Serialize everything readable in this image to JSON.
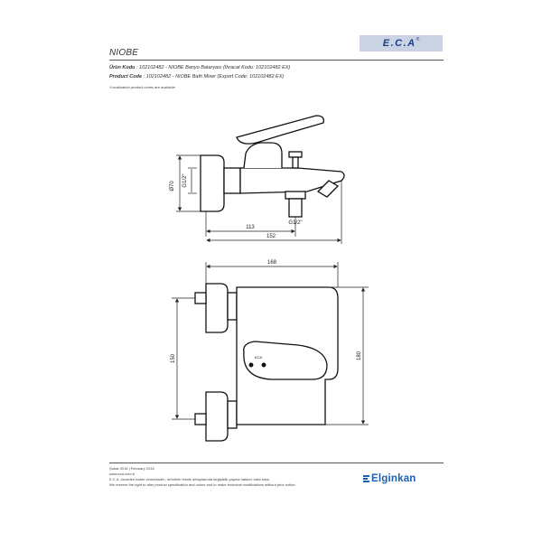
{
  "header": {
    "title": "NIOBE",
    "logo_text": "E.C.A",
    "logo_reg": "®"
  },
  "product": {
    "line1_label": "Ürün Kodu",
    "line1_value": ": 102102482 - NIOBE Banyo Bataryası (İhracat Kodu: 102102482 EX)",
    "line2_label": "Product Code",
    "line2_value": ": 102102482 - NIOBE Bath Mixer (Export Code: 102102482 EX)",
    "note": "*Localization product codes are available."
  },
  "dimensions": {
    "side_diameter": "Ø70",
    "side_thread": "G1/2\"",
    "side_spout_thread": "G1/2\"",
    "side_depth_inner": "113",
    "side_depth_outer": "152",
    "front_width": "168",
    "front_centers": "150",
    "front_height": "180",
    "handle_mark": "ECA"
  },
  "footer": {
    "date": "Şubat 2018 | February 2018",
    "website": "www.eca.com.tr",
    "disclaimer_tr": "E.C.A. önceden haber vermeksizin, ürünlerin teknik detaylarında değişiklik yapma hakkını saklı tutar.",
    "disclaimer_en": "We reserve the right to alter product specification and colors and to make technical modifications without prior notice.",
    "brand": "Elginkan"
  }
}
